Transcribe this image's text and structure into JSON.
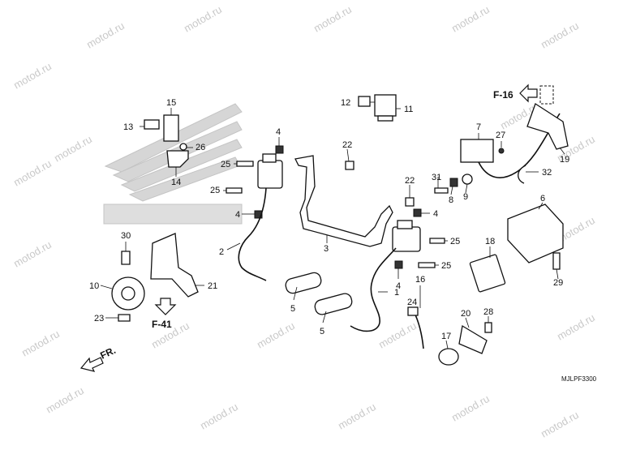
{
  "diagram": {
    "code": "MJLPF3300",
    "watermark": "motod.ru",
    "refs": {
      "f16": "F-16",
      "f41": "F-41",
      "front": "FR."
    },
    "labels": {
      "l1": "1",
      "l2": "2",
      "l3": "3",
      "l4a": "4",
      "l4b": "4",
      "l4c": "4",
      "l4d": "4",
      "l5a": "5",
      "l5b": "5",
      "l6": "6",
      "l7": "7",
      "l8": "8",
      "l9": "9",
      "l10": "10",
      "l11": "11",
      "l12": "12",
      "l13": "13",
      "l14": "14",
      "l15": "15",
      "l16": "16",
      "l17": "17",
      "l18": "18",
      "l19": "19",
      "l20": "20",
      "l21": "21",
      "l22a": "22",
      "l22b": "22",
      "l23": "23",
      "l24": "24",
      "l25a": "25",
      "l25b": "25",
      "l25c": "25",
      "l25d": "25",
      "l26": "26",
      "l27": "27",
      "l28": "28",
      "l29": "29",
      "l30": "30",
      "l31": "31",
      "l32": "32"
    },
    "colors": {
      "line": "#111111",
      "watermark": "#c9c9c9",
      "background": "#ffffff"
    }
  }
}
